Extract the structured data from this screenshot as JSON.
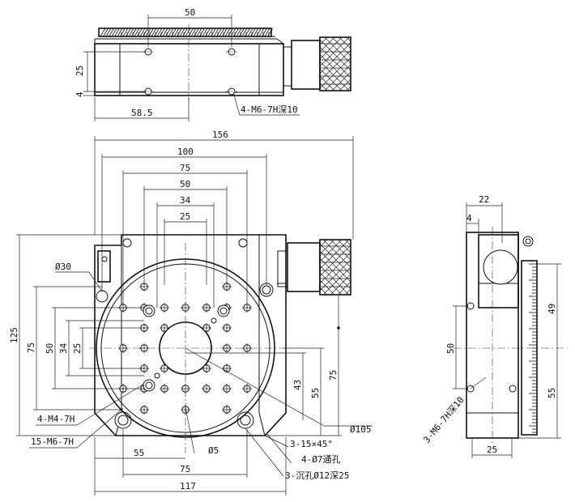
{
  "top_view": {
    "dim_holes": "50",
    "dim_height": "25",
    "dim_offset": "4",
    "dim_width": "58.5",
    "note": "4-M6-7H深10"
  },
  "front_view": {
    "dim_overall": "156",
    "dim_100": "100",
    "dim_75": "75",
    "dim_50": "50",
    "dim_34": "34",
    "dim_25": "25",
    "dim_height_125": "125",
    "dim_left_75": "75",
    "dim_left_50": "50",
    "dim_left_34": "34",
    "dim_left_25": "25",
    "dim_bore": "Ø30",
    "dim_table": "Ø105",
    "dim_43": "43",
    "dim_55": "55",
    "dim_right_75": "75",
    "dim_bottom_55": "55",
    "dim_bottom_75": "75",
    "dim_bottom_117": "117",
    "dim_phi5": "Ø5",
    "note_m4": "4-M4-7H",
    "note_m6": "15-M6-7H",
    "note_chamfer": "3-15×45°",
    "note_through": "4-Ø7通孔",
    "note_counterbore": "3-沉孔Ø12深25"
  },
  "side_view": {
    "dim_22": "22",
    "dim_4": "4",
    "dim_49": "49",
    "dim_50": "50",
    "dim_55": "55",
    "dim_25": "25",
    "note": "3-M6-7H深10"
  }
}
